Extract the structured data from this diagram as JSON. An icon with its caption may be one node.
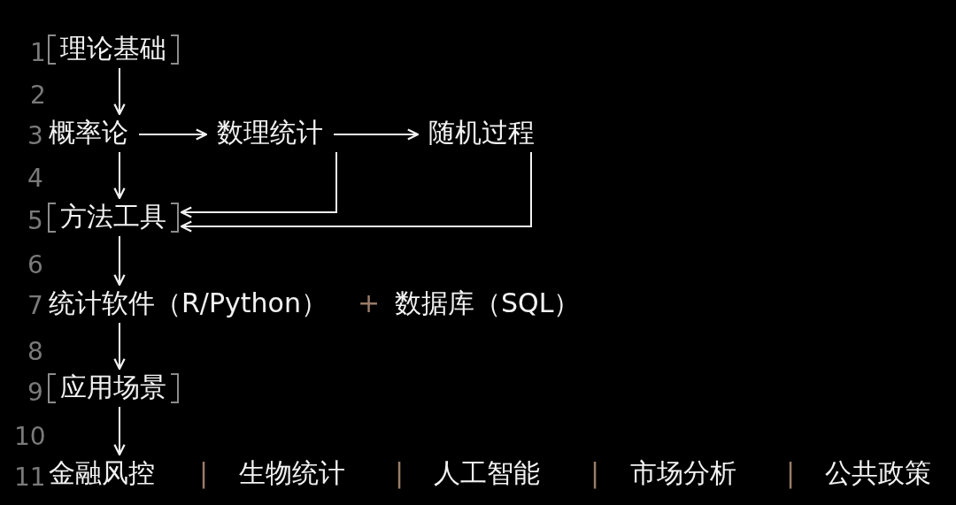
{
  "diagram": {
    "nodes": [
      {
        "text": [
          "理论基础"
        ]
      },
      {
        "text": [
          "概率论"
        ]
      },
      {
        "text": [
          "数理统计"
        ]
      },
      {
        "text": [
          "随机过程"
        ]
      },
      {
        "text": [
          "方法工具"
        ]
      },
      {
        "text": [
          "统计软件（R/Python）"
        ]
      },
      {
        "text": [
          "数据库（SQL）"
        ]
      },
      {
        "text": [
          "应用场景"
        ]
      },
      {
        "text": [
          "金融风控"
        ]
      },
      {
        "text": [
          "生物统计"
        ]
      },
      {
        "text": [
          "人工智能"
        ]
      },
      {
        "text": [
          "市场分析"
        ]
      },
      {
        "text": [
          "公共政策"
        ]
      }
    ],
    "edges": [
      {
        "from": 0,
        "to": 1,
        "arrow": "to"
      },
      {
        "from": 1,
        "to": 2,
        "arrow": "to"
      },
      {
        "from": 2,
        "to": 3,
        "arrow": "to"
      },
      {
        "from": 1,
        "to": 4,
        "arrow": "to"
      },
      {
        "from": 2,
        "to": 4,
        "arrow": "to"
      },
      {
        "from": 3,
        "to": 4,
        "arrow": "to"
      },
      {
        "from": 4,
        "to": 5,
        "arrow": "to"
      },
      {
        "from": 5,
        "to": 7,
        "arrow": "to"
      },
      {
        "from": 7,
        "to": 8,
        "arrow": "to"
      }
    ],
    "labels": [
      "1",
      "2",
      "3",
      "4",
      "5",
      "6",
      "7",
      "+",
      "8",
      "9",
      "10",
      "11",
      "|",
      "|",
      "|",
      "|"
    ]
  }
}
